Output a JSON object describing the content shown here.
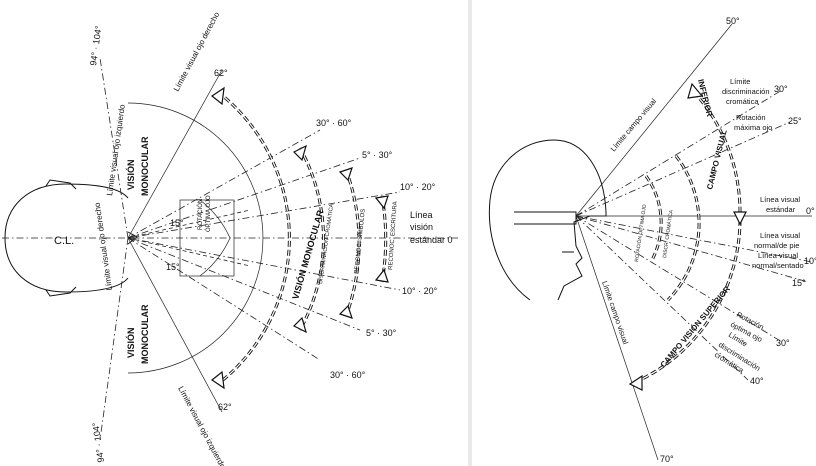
{
  "left": {
    "angle_top": "94° · 104°",
    "angle_bottom": "94° · 104°",
    "limit_left_eye": "Límite visual ojo izquierdo",
    "limit_right_eye": "Límite visual ojo derecho",
    "limit_right_eye_inner": "Límite visual ojo derecho",
    "limit_left_eye_inner": "Límite visual ojo izquierdo",
    "mono_top_1": "VISIÓN",
    "mono_top_2": "MONOCULAR",
    "mono_bot_1": "VISIÓN",
    "mono_bot_2": "MONOCULAR",
    "vision_monocular": "VISIÓN MONOCULAR",
    "cl": "C.L.",
    "angle_62_top": "62°",
    "angle_62_bot": "62°",
    "angle_30_60_top": "30° · 60°",
    "angle_30_60_bot": "30° · 60°",
    "angle_5_30_top": "5° · 30°",
    "angle_5_30_bot": "5° · 30°",
    "angle_10_20_top": "10° · 20°",
    "angle_10_20_bot": "10° · 20°",
    "linea_1": "Línea",
    "linea_2": "visión",
    "linea_3": "estándar 0",
    "chromatic": "DISCRIMINACIÓN CROMÁTICA",
    "symbols": "RECONOC. SÍMBOLOS",
    "writing": "RECONOC. ESCRITURA",
    "rotation_1": "ROTACIÓN",
    "rotation_2": "ÓPTIMA OJO",
    "deg15": "15°"
  },
  "right": {
    "limit_top": "Límite campo visual",
    "limit_bottom": "Límite campo visual",
    "angle_50": "50°",
    "angle_30_up": "30°",
    "angle_25": "25°",
    "angle_0": "0°",
    "angle_10": "10°",
    "angle_15": "15°",
    "angle_30_down": "30°",
    "angle_40": "40°",
    "angle_70": "70°",
    "discrim_up_1": "Límite",
    "discrim_up_2": "discriminación",
    "discrim_up_3": "cromática",
    "rot_up_1": "Rotación",
    "rot_up_2": "máxima ojo",
    "std_1": "Línea visual",
    "std_2": "estándar",
    "normal_stand_1": "Línea visual",
    "normal_stand_2": "normal/de pie",
    "normal_sit_1": "Línea visual",
    "normal_sit_2": "normal/sentado",
    "rot_down_1": "Rotación",
    "rot_down_2": "óptima ojo",
    "discrim_down_1": "Límite",
    "discrim_down_2": "discriminación",
    "discrim_down_3": "cromática",
    "inferior_1": "INFERIOR",
    "inferior_2": "CAMPO VISUAL",
    "superior_1": "CAMPO VISIÓN SUPERIOR",
    "rot_optima_arc": "ROTACIÓN ÓPTIMA OJO",
    "discrim_arc": "DISCR. CROMÁTICA"
  }
}
